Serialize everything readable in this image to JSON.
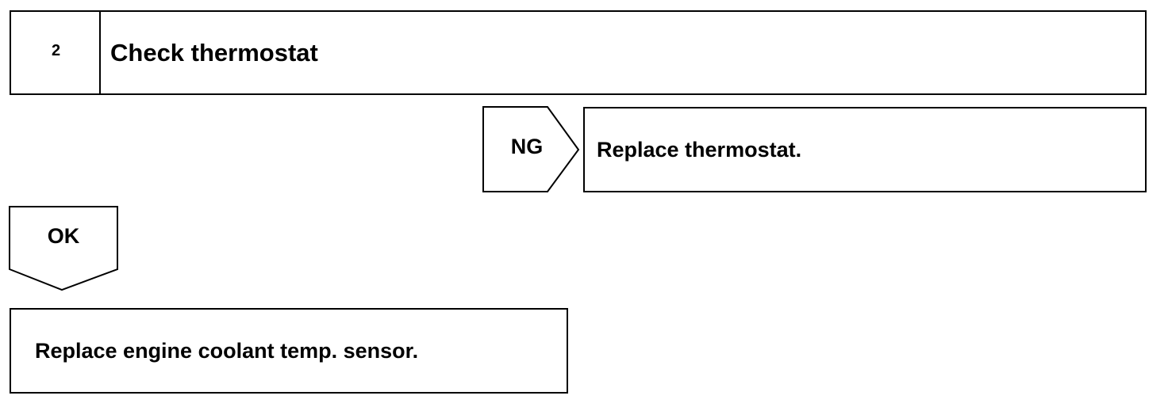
{
  "step": {
    "number": "2",
    "title": "Check thermostat"
  },
  "branches": {
    "ng": {
      "label": "NG",
      "action": "Replace thermostat."
    },
    "ok": {
      "label": "OK",
      "action": "Replace engine coolant temp. sensor."
    }
  },
  "colors": {
    "line": "#000000",
    "background": "#ffffff"
  }
}
